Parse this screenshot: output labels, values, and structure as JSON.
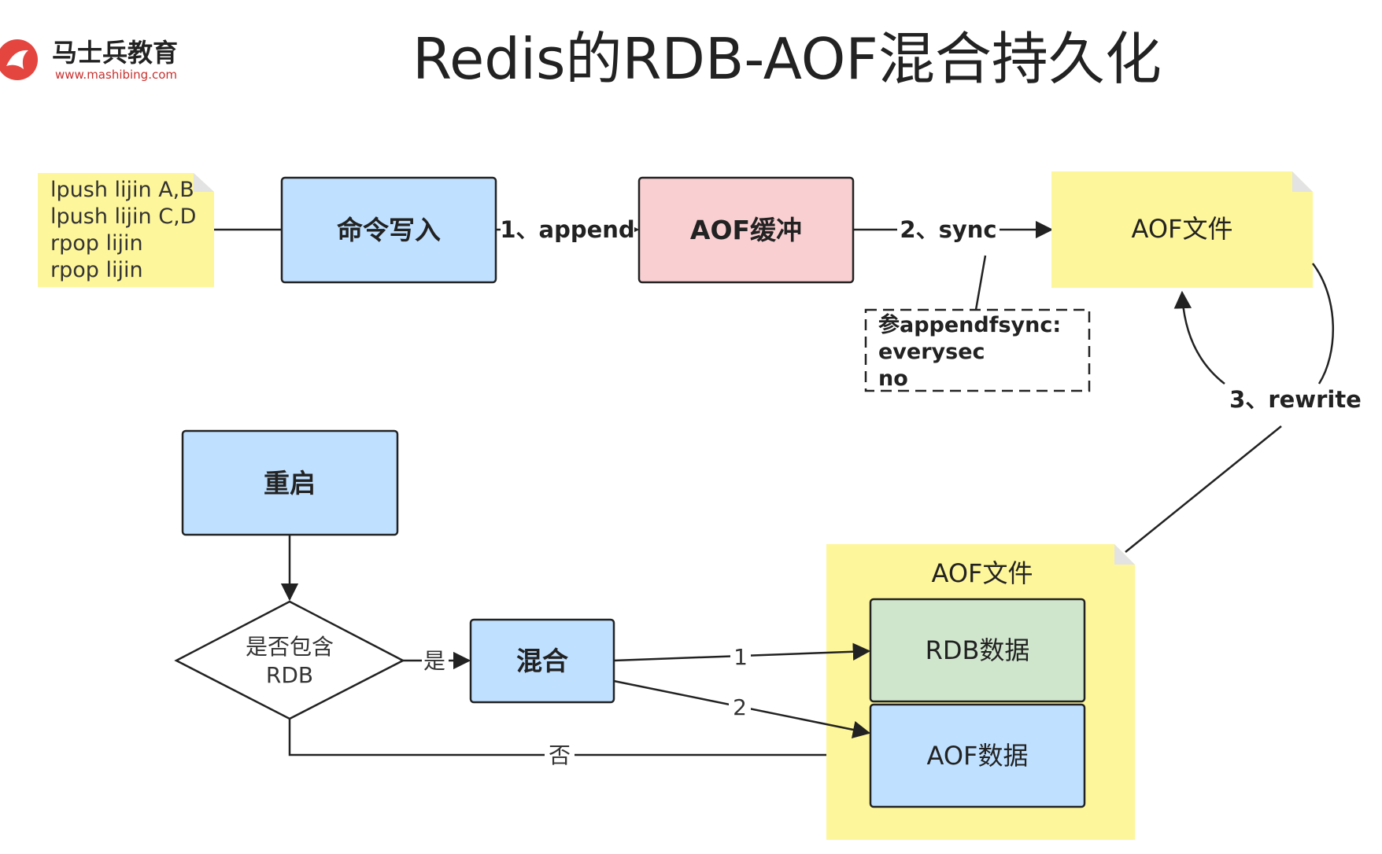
{
  "header": {
    "brand": "马士兵教育",
    "url": "www.mashibing.com",
    "title": "Redis的RDB-AOF混合持久化"
  },
  "colors": {
    "blue": "#bfe0ff",
    "pink": "#f9cfd2",
    "yellow": "#fef69a",
    "green": "#cfe6cd",
    "logo_red": "#e4453f"
  },
  "diagram": {
    "commands_note": {
      "lines": [
        "lpush lijin A,B",
        "lpush lijin C,D",
        "rpop  lijin",
        "rpop  lijin"
      ]
    },
    "write_box": "命令写入",
    "aof_buffer": "AOF缓冲",
    "aof_file_top": "AOF文件",
    "append_label": "1、append",
    "sync_label": "2、sync",
    "config_note": {
      "lines": [
        "参appendfsync:",
        "everysec",
        "no"
      ]
    },
    "rewrite_label": "3、rewrite",
    "restart_box": "重启",
    "decision": {
      "line1": "是否包含",
      "line2": "RDB"
    },
    "yes_label": "是",
    "mix_box": "混合",
    "edge1_label": "1",
    "edge2_label": "2",
    "no_label": "否",
    "aof_file_bottom": {
      "title": "AOF文件",
      "rdb_data": "RDB数据",
      "aof_data": "AOF数据"
    }
  }
}
